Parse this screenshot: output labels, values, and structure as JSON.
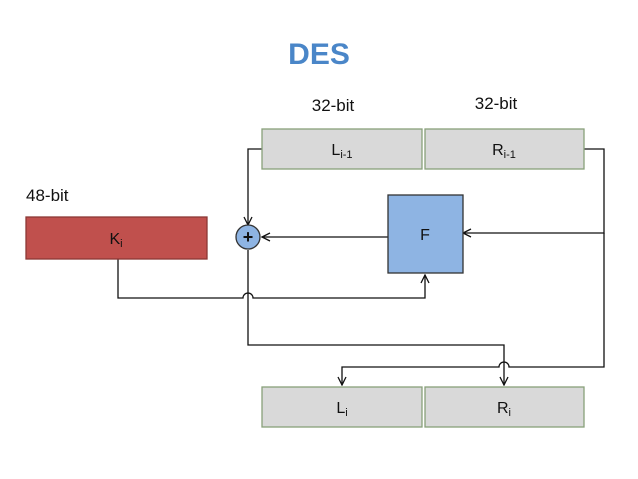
{
  "title": "DES",
  "labels": {
    "l_width": "32-bit",
    "r_width": "32-bit",
    "k_width": "48-bit"
  },
  "blocks": {
    "l_prev": {
      "base": "L",
      "sub": "i-1"
    },
    "r_prev": {
      "base": "R",
      "sub": "i-1"
    },
    "key": {
      "base": "K",
      "sub": "i"
    },
    "func": {
      "text": "F"
    },
    "xor": {
      "text": "+"
    },
    "l_next": {
      "base": "L",
      "sub": "i"
    },
    "r_next": {
      "base": "R",
      "sub": "i"
    }
  },
  "colors": {
    "title": "#4a86c8",
    "gray_fill": "#d9d9d9",
    "gray_stroke": "#88a07a",
    "key_fill": "#c0504d",
    "key_stroke": "#8c3835",
    "func_fill": "#8eb4e3",
    "func_stroke": "#333333",
    "xor_fill": "#8eb4e3",
    "line": "#111111"
  }
}
